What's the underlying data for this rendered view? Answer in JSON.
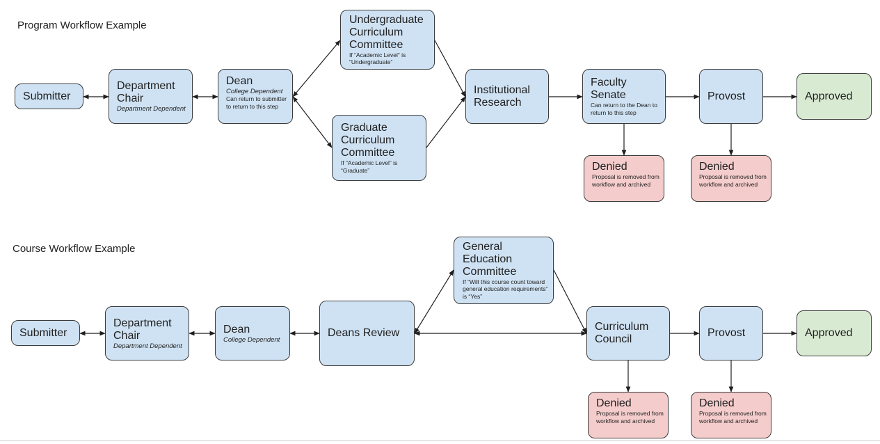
{
  "program": {
    "title": "Program Workflow Example",
    "submitter": "Submitter",
    "chair": {
      "label": "Department Chair",
      "sub": "Department Dependent"
    },
    "dean": {
      "label": "Dean",
      "sub": "College Dependent",
      "note": "Can return to submitter to return to this step"
    },
    "ugcc": {
      "label": "Undergraduate Curriculum Committee",
      "note": "If “Academic Level” is “Undergraduate”"
    },
    "gcc": {
      "label": "Graduate Curriculum Committee",
      "note": "If “Academic Level” is “Graduate”"
    },
    "ir": {
      "label": "Institutional Research"
    },
    "senate": {
      "label": "Faculty Senate",
      "note": "Can return to the Dean to return to this step"
    },
    "provost": "Provost",
    "approved": "Approved",
    "denied1": {
      "label": "Denied",
      "note": "Proposal is removed from workflow and archived"
    },
    "denied2": {
      "label": "Denied",
      "note": "Proposal is removed from workflow and archived"
    }
  },
  "course": {
    "title": "Course Workflow Example",
    "submitter": "Submitter",
    "chair": {
      "label": "Department Chair",
      "sub": "Department Dependent"
    },
    "dean": {
      "label": "Dean",
      "sub": "College Dependent"
    },
    "deans_review": "Deans Review",
    "gened": {
      "label": "General Education Committee",
      "note": "If “Will this course count toward general education requirements” is “Yes”"
    },
    "council": {
      "label": "Curriculum Council"
    },
    "provost": "Provost",
    "approved": "Approved",
    "denied1": {
      "label": "Denied",
      "note": "Proposal is removed from workflow and archived"
    },
    "denied2": {
      "label": "Denied",
      "note": "Proposal is removed from workflow and archived"
    }
  },
  "colors": {
    "step_fill": "#cfe2f3",
    "denied_fill": "#f4cccc",
    "approved_fill": "#d9ead3",
    "line": "#1f1f1f"
  }
}
